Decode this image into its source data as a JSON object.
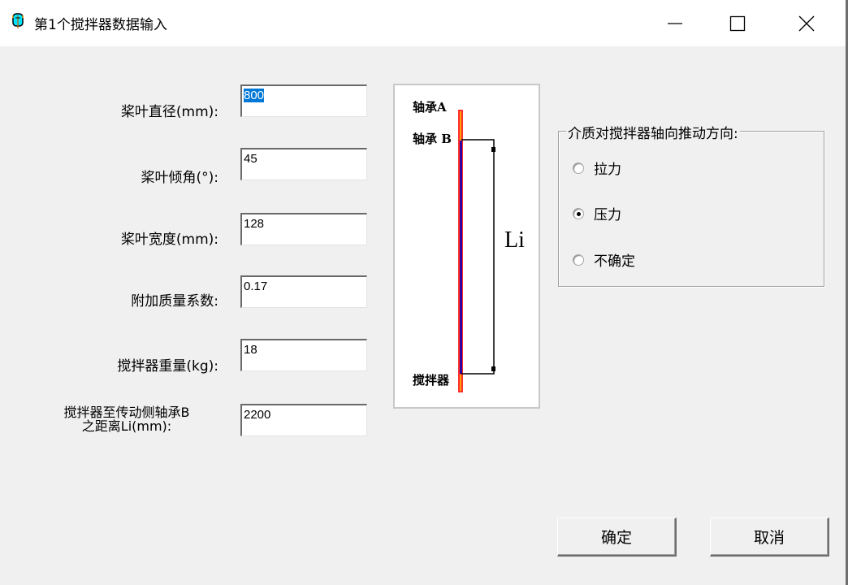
{
  "window": {
    "title": "第1个搅拌器数据输入",
    "icon": "agitator-app-icon",
    "controls": {
      "minimize": "minimize-icon",
      "maximize": "maximize-icon",
      "close": "close-icon"
    }
  },
  "form": {
    "fields": [
      {
        "label": "桨叶直径(mm):",
        "value": "800",
        "selected": true
      },
      {
        "label": "桨叶倾角(°):",
        "value": "45"
      },
      {
        "label": "桨叶宽度(mm):",
        "value": "128"
      },
      {
        "label": "附加质量系数:",
        "value": "0.17"
      },
      {
        "label": "搅拌器重量(kg):",
        "value": "18"
      },
      {
        "label_line1": "搅拌器至传动侧轴承B",
        "label_line2": "之距离Li(mm):",
        "value": "2200"
      }
    ]
  },
  "diagram": {
    "bearing_a": "轴承A",
    "bearing_b": "轴承 B",
    "agitator": "搅拌器",
    "dimension": "Li",
    "colors": {
      "shaft_outer": "#ff3030",
      "shaft_inner": "#3000a0",
      "bearing": "#ffa000",
      "line": "#000000"
    }
  },
  "thrust_direction": {
    "title": "介质对搅拌器轴向推动方向:",
    "options": [
      {
        "label": "拉力",
        "checked": false
      },
      {
        "label": "压力",
        "checked": true
      },
      {
        "label": "不确定",
        "checked": false
      }
    ]
  },
  "buttons": {
    "ok": "确定",
    "cancel": "取消"
  }
}
